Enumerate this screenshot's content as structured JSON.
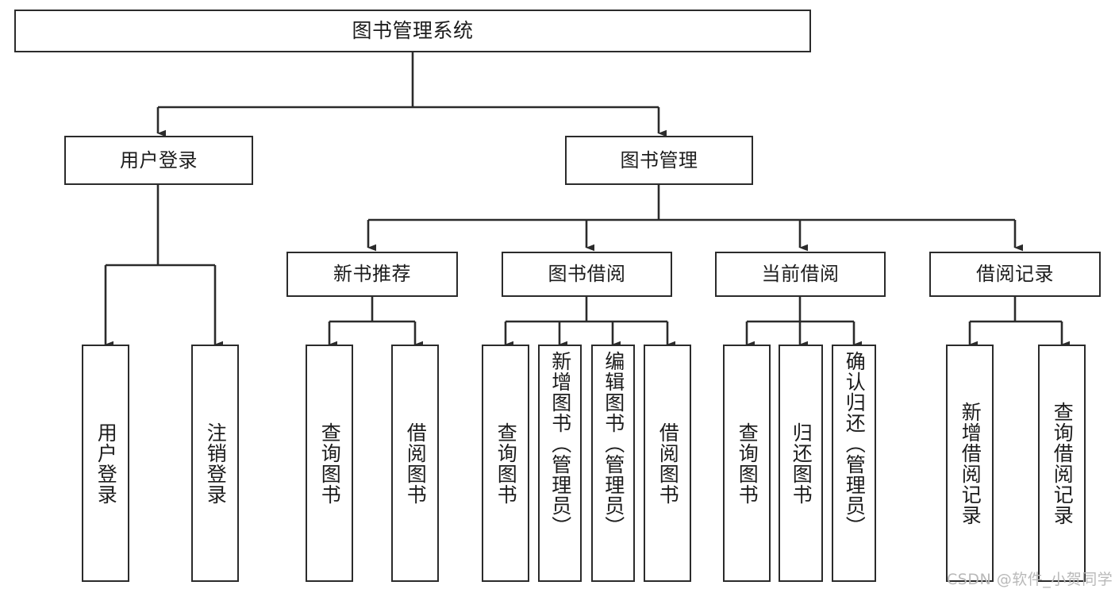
{
  "diagram": {
    "title": "图书管理系统",
    "type": "functional-structure-tree",
    "background_color": "#ffffff",
    "line_color": "#2b2b2b",
    "text_color": "#1c1c1c",
    "root": {
      "label": "图书管理系统"
    },
    "level2": [
      {
        "label": "用户登录"
      },
      {
        "label": "图书管理"
      }
    ],
    "level3": [
      {
        "label": "新书推荐"
      },
      {
        "label": "图书借阅"
      },
      {
        "label": "当前借阅"
      },
      {
        "label": "借阅记录"
      }
    ],
    "leaves": {
      "user_login": [
        {
          "label": "用户登录"
        },
        {
          "label": "注销登录"
        }
      ],
      "new_book": [
        {
          "label": "查询图书"
        },
        {
          "label": "借阅图书"
        }
      ],
      "book_borrow": [
        {
          "label": "查询图书"
        },
        {
          "label": "新增图书（管理员）"
        },
        {
          "label": "编辑图书（管理员）"
        },
        {
          "label": "借阅图书"
        }
      ],
      "current_borrow": [
        {
          "label": "查询图书"
        },
        {
          "label": "归还图书"
        },
        {
          "label": "确认归还（管理员）"
        }
      ],
      "borrow_record": [
        {
          "label": "新增借阅记录"
        },
        {
          "label": "查询借阅记录"
        }
      ]
    },
    "watermark": "CSDN @软件_小贺同学"
  }
}
